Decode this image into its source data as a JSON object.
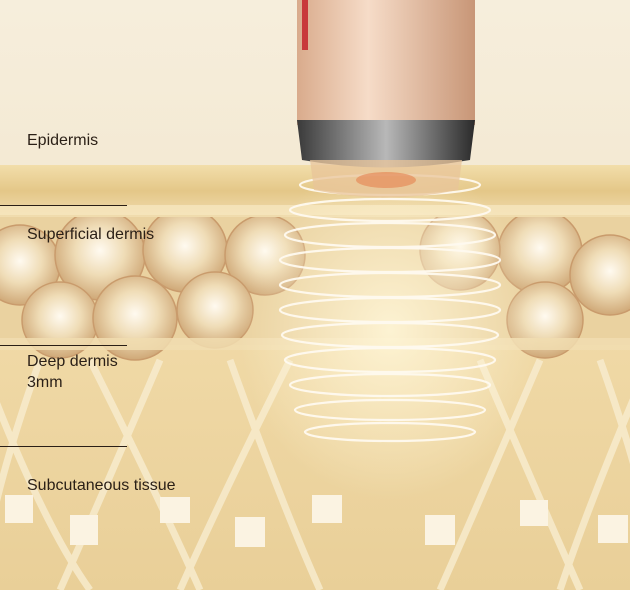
{
  "labels": {
    "epidermis": "Epidermis",
    "superficial_dermis": "Superficial dermis",
    "deep_dermis": "Deep dermis",
    "deep_dermis_depth": "3mm",
    "subcutaneous": "Subcutaneous tissue"
  },
  "colors": {
    "background": "#f3e8d2",
    "skin_gold": "#e8cf98",
    "device_rose_gold": "#e9c3a4",
    "text": "#2a1f16"
  }
}
